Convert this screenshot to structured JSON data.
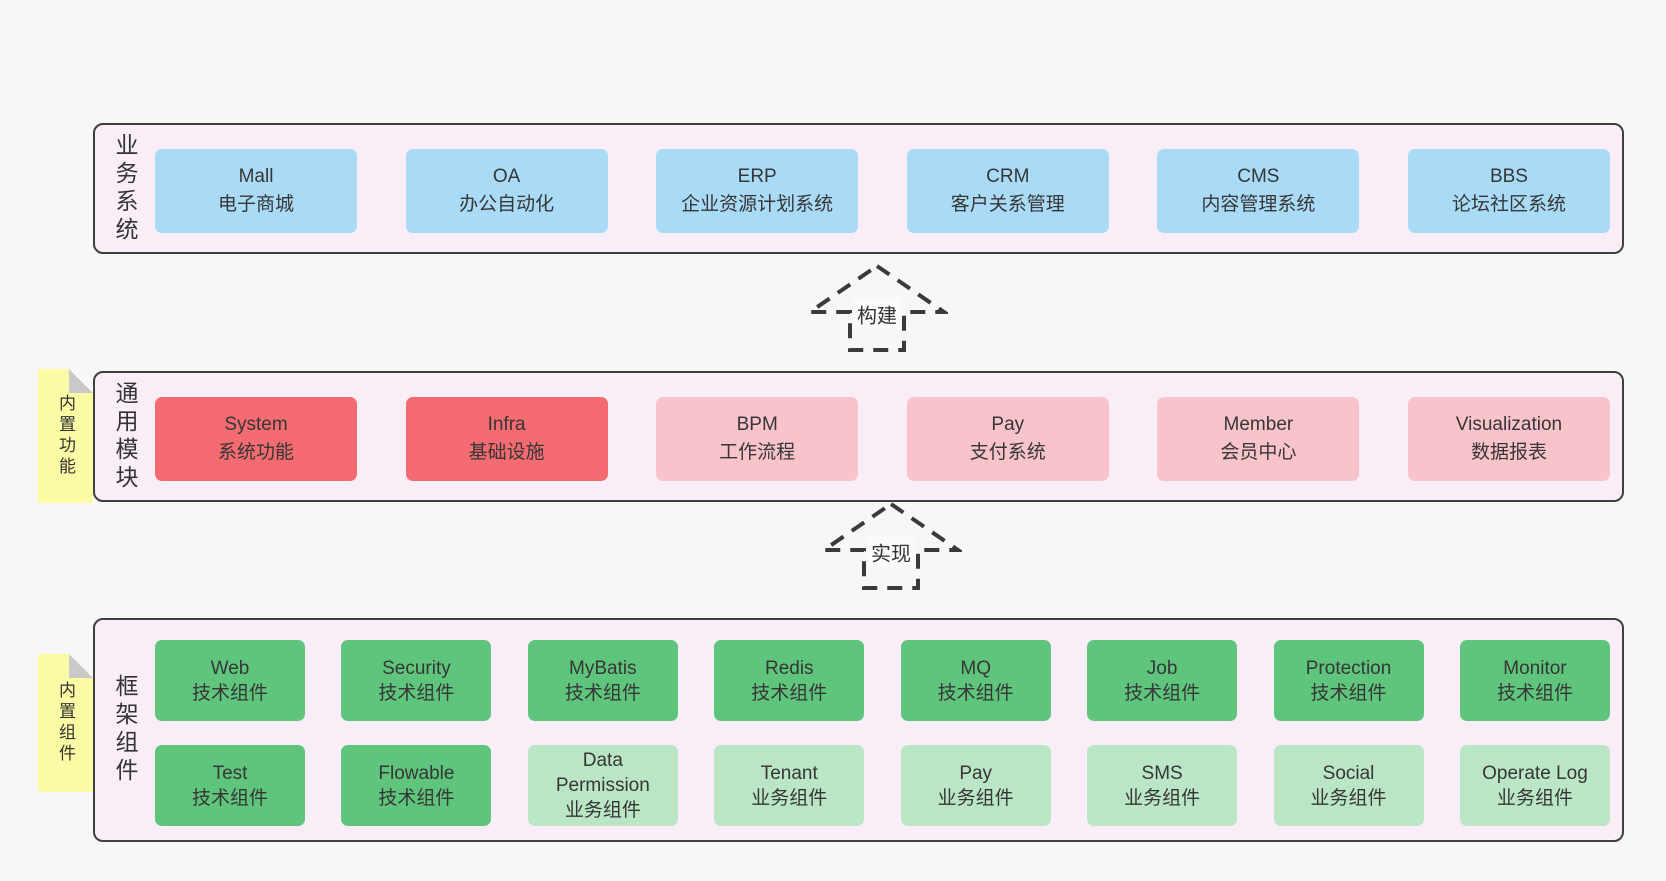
{
  "palette": {
    "background": "#f7f7f7",
    "band_fill": "#f9eef8",
    "band_border": "#3f3f3f",
    "blue_box": "#a9dbf6",
    "red_box": "#f46b71",
    "pink_box": "#f9c3cc",
    "green_dark_box": "#5fc57c",
    "green_light_box": "#bae6c5",
    "sticky_note": "#fbfba6",
    "note_fold": "#c9c9c9",
    "arrow_dash": "#3a3a3a",
    "text": "#363636"
  },
  "arrows": [
    {
      "label": "构建"
    },
    {
      "label": "实现"
    }
  ],
  "bands": [
    {
      "label": "业务系统",
      "boxes": [
        {
          "name": "Mall",
          "subtitle": "电子商城",
          "color": "#a9dbf6"
        },
        {
          "name": "OA",
          "subtitle": "办公自动化",
          "color": "#a9dbf6"
        },
        {
          "name": "ERP",
          "subtitle": "企业资源计划系统",
          "color": "#a9dbf6"
        },
        {
          "name": "CRM",
          "subtitle": "客户关系管理",
          "color": "#a9dbf6"
        },
        {
          "name": "CMS",
          "subtitle": "内容管理系统",
          "color": "#a9dbf6"
        },
        {
          "name": "BBS",
          "subtitle": "论坛社区系统",
          "color": "#a9dbf6"
        }
      ]
    },
    {
      "label": "通用模块",
      "note": "内置功能",
      "boxes": [
        {
          "name": "System",
          "subtitle": "系统功能",
          "color": "#f46b71"
        },
        {
          "name": "Infra",
          "subtitle": "基础设施",
          "color": "#f46b71"
        },
        {
          "name": "BPM",
          "subtitle": "工作流程",
          "color": "#f9c3cc"
        },
        {
          "name": "Pay",
          "subtitle": "支付系统",
          "color": "#f9c3cc"
        },
        {
          "name": "Member",
          "subtitle": "会员中心",
          "color": "#f9c3cc"
        },
        {
          "name": "Visualization",
          "subtitle": "数据报表",
          "color": "#f9c3cc"
        }
      ]
    },
    {
      "label": "框架组件",
      "note": "内置组件",
      "rows": [
        [
          {
            "name": "Web",
            "subtitle": "技术组件",
            "color": "#5fc57c"
          },
          {
            "name": "Security",
            "subtitle": "技术组件",
            "color": "#5fc57c"
          },
          {
            "name": "MyBatis",
            "subtitle": "技术组件",
            "color": "#5fc57c"
          },
          {
            "name": "Redis",
            "subtitle": "技术组件",
            "color": "#5fc57c"
          },
          {
            "name": "MQ",
            "subtitle": "技术组件",
            "color": "#5fc57c"
          },
          {
            "name": "Job",
            "subtitle": "技术组件",
            "color": "#5fc57c"
          },
          {
            "name": "Protection",
            "subtitle": "技术组件",
            "color": "#5fc57c"
          },
          {
            "name": "Monitor",
            "subtitle": "技术组件",
            "color": "#5fc57c"
          }
        ],
        [
          {
            "name": "Test",
            "subtitle": "技术组件",
            "color": "#5fc57c"
          },
          {
            "name": "Flowable",
            "subtitle": "技术组件",
            "color": "#5fc57c"
          },
          {
            "name": "Data Permission",
            "subtitle": "业务组件",
            "color": "#bae6c5"
          },
          {
            "name": "Tenant",
            "subtitle": "业务组件",
            "color": "#bae6c5"
          },
          {
            "name": "Pay",
            "subtitle": "业务组件",
            "color": "#bae6c5"
          },
          {
            "name": "SMS",
            "subtitle": "业务组件",
            "color": "#bae6c5"
          },
          {
            "name": "Social",
            "subtitle": "业务组件",
            "color": "#bae6c5"
          },
          {
            "name": "Operate Log",
            "subtitle": "业务组件",
            "color": "#bae6c5"
          }
        ]
      ]
    }
  ]
}
